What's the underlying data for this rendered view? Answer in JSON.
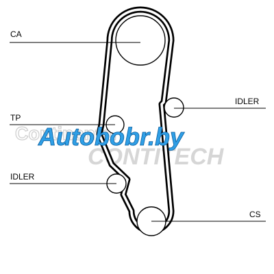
{
  "labels": {
    "ca": "CA",
    "tp": "TP",
    "idler_right": "IDLER",
    "idler_left": "IDLER",
    "cs": "CS"
  },
  "watermarks": {
    "brand": "Continental",
    "sub": "CONTITECH",
    "site": "Autobobr.by"
  },
  "colors": {
    "belt": "#000000",
    "site_watermark": "#2f9fe6",
    "site_watermark_outline": "#0d5f9e",
    "brand_watermark": "#cfcfcf"
  }
}
